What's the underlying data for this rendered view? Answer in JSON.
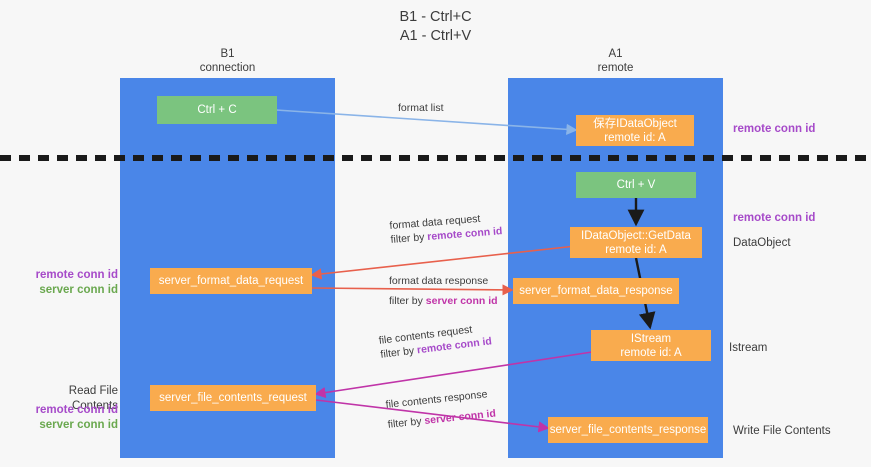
{
  "title": {
    "line1": "B1 - Ctrl+C",
    "line2": "A1 - Ctrl+V"
  },
  "columns": [
    {
      "name": "B1",
      "role": "connection"
    },
    {
      "name": "A1",
      "role": "remote"
    }
  ],
  "nodes": {
    "ctrl_c": "Ctrl + C",
    "save_dataobject": "保存IDataObject\nremote id: A",
    "ctrl_v": "Ctrl + V",
    "getdata": "IDataObject::GetData\nremote id: A",
    "server_format_data_request": "server_format_data_request",
    "server_format_data_response": "server_format_data_response",
    "istream": "IStream\nremote id: A",
    "server_file_contents_request": "server_file_contents_request",
    "server_file_contents_response": "server_file_contents_response"
  },
  "edge_labels": {
    "format_list": "format list",
    "format_data_request": "format data request",
    "format_data_request_filter_prefix": "filter by ",
    "format_data_request_filter_key": "remote conn id",
    "format_data_response": "format data response",
    "format_data_response_filter_prefix": "filter by ",
    "format_data_response_filter_key": "server conn id",
    "file_contents_request": "file contents request",
    "file_contents_request_filter_prefix": "filter by ",
    "file_contents_request_filter_key": "remote conn id",
    "file_contents_response": "file contents response",
    "file_contents_response_filter_prefix": "filter by ",
    "file_contents_response_filter_key": "server conn id"
  },
  "right_labels": {
    "remote_conn_id_top": "remote conn id",
    "remote_conn_id_mid": "remote conn id",
    "dataobject": "DataObject",
    "istream": "Istream",
    "write_file_contents": "Write File Contents"
  },
  "left_labels": {
    "remote_conn_id": "remote conn id",
    "server_conn_id": "server conn id",
    "read_file_contents": "Read File Contents",
    "remote_conn_id_2": "remote conn id",
    "server_conn_id_2": "server conn id"
  },
  "colors": {
    "lane": "#4a86e8",
    "node_green": "#7bc47f",
    "node_orange": "#f9ab4e",
    "accent_purple": "#a64ac9",
    "accent_green": "#6aa84f",
    "accent_magenta": "#c034a8",
    "arrow_red": "#e8604c",
    "arrow_blue": "#8ab4e8",
    "arrow_black": "#1a1a1a",
    "background": "#f7f7f7"
  }
}
